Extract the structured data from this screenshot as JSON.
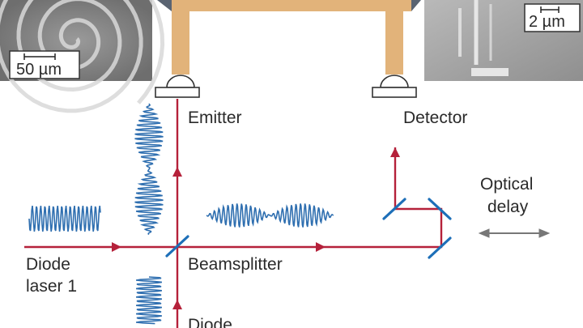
{
  "colors": {
    "beam": "#b5213a",
    "wave": "#2f6fb0",
    "mirror": "#1d6fb8",
    "thz_path": "#e2b37a",
    "prism": "#5a6472",
    "delay_arrow": "#777777"
  },
  "insets": {
    "left_scale": "50 µm",
    "right_scale": "2 µm"
  },
  "labels": {
    "emitter": "Emitter",
    "detector": "Detector",
    "optical_delay_line1": "Optical",
    "optical_delay_line2": "delay",
    "diode_laser1_line1": "Diode",
    "diode_laser1_line2": "laser 1",
    "beamsplitter": "Beamsplitter",
    "diode_laser2_line1": "Diode"
  }
}
